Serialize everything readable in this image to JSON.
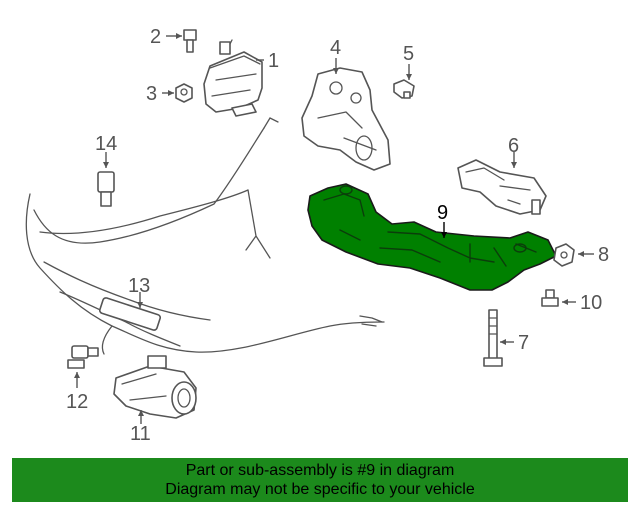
{
  "callouts": {
    "c1": "1",
    "c2": "2",
    "c3": "3",
    "c4": "4",
    "c5": "5",
    "c6": "6",
    "c7": "7",
    "c8": "8",
    "c9": "9",
    "c10": "10",
    "c11": "11",
    "c12": "12",
    "c13": "13",
    "c14": "14"
  },
  "highlight": {
    "part_number": "9",
    "color": "#008000"
  },
  "banner": {
    "line1": "Part or sub-assembly is #9 in diagram",
    "line2": "Diagram may not be specific to your vehicle",
    "background": "#1c8a1c"
  }
}
